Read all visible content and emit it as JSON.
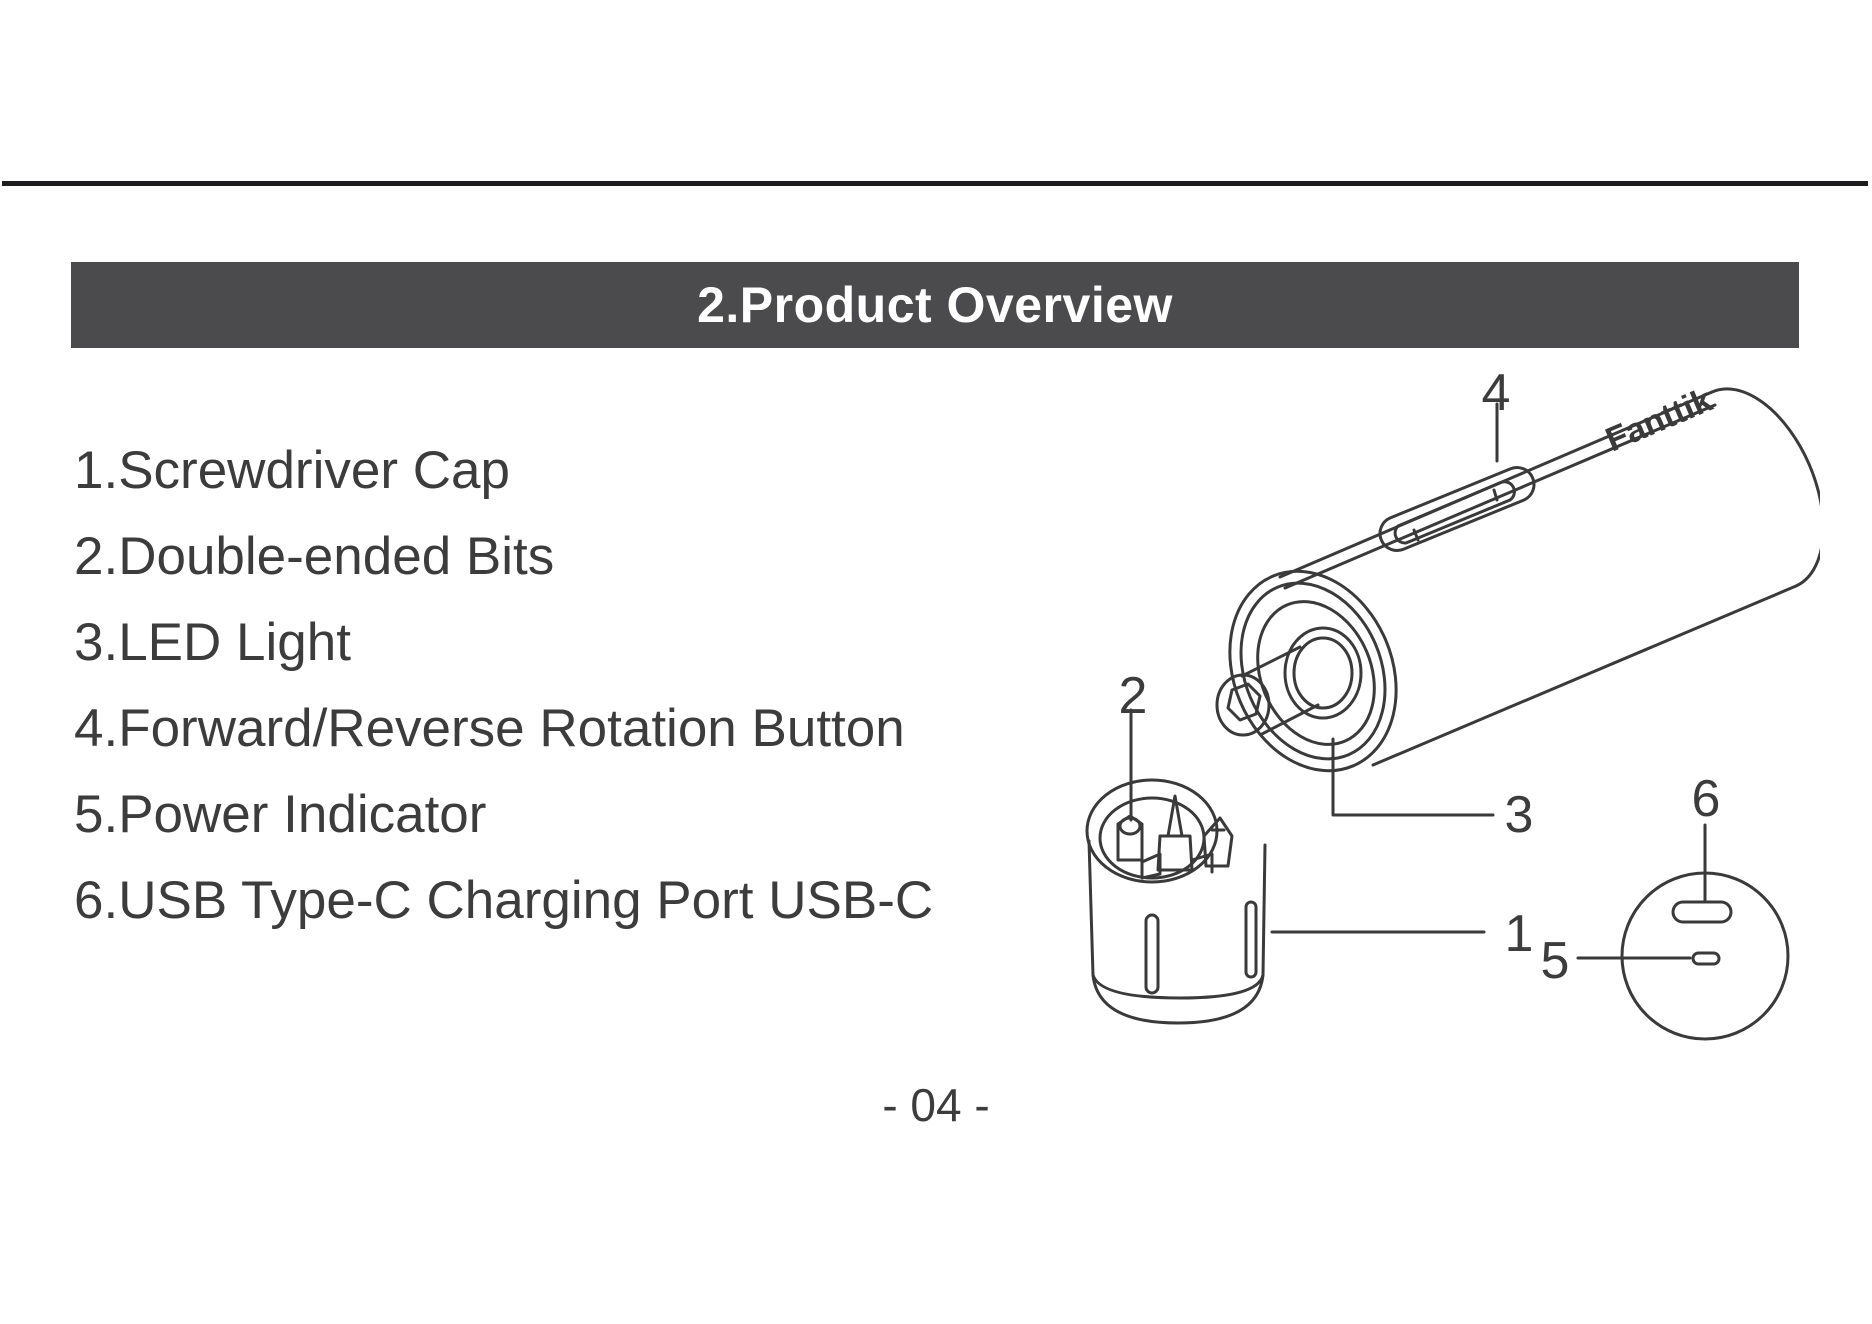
{
  "header": {
    "title": "2.Product Overview"
  },
  "parts": [
    {
      "label": "1.Screwdriver Cap"
    },
    {
      "label": "2.Double-ended Bits"
    },
    {
      "label": "3.LED Light"
    },
    {
      "label": "4.Forward/Reverse Rotation Button"
    },
    {
      "label": "5.Power Indicator"
    },
    {
      "label": "6.USB Type-C Charging Port USB-C"
    }
  ],
  "diagram": {
    "callouts": [
      "1",
      "2",
      "3",
      "4",
      "5",
      "6"
    ],
    "brand_logo": "Fanttik"
  },
  "footer": {
    "page_number": "- 04 -"
  },
  "colors": {
    "title_bar": "#4b4b4d",
    "text": "#3c3c3c",
    "rule": "#1d1d1f",
    "line_art": "#3a3a3a"
  }
}
